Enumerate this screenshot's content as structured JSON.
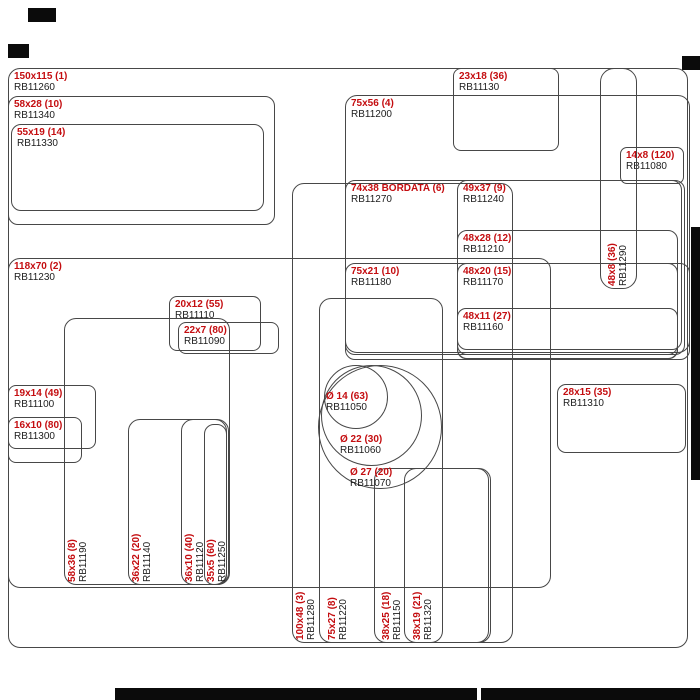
{
  "diagram": {
    "accent_color": "#c40d10",
    "line_color": "#474747",
    "labels": [
      {
        "dim": "150x115 (1)",
        "code": "RB11260"
      },
      {
        "dim": "58x28 (10)",
        "code": "RB11340"
      },
      {
        "dim": "55x19 (14)",
        "code": "RB11330"
      },
      {
        "dim": "118x70 (2)",
        "code": "RB11230"
      },
      {
        "dim": "20x12 (55)",
        "code": "RB11110"
      },
      {
        "dim": "22x7 (80)",
        "code": "RB11090"
      },
      {
        "dim": "19x14 (49)",
        "code": "RB11100"
      },
      {
        "dim": "16x10 (80)",
        "code": "RB11300"
      },
      {
        "dim": "23x18 (36)",
        "code": "RB11130"
      },
      {
        "dim": "75x56 (4)",
        "code": "RB11200"
      },
      {
        "dim": "14x8 (120)",
        "code": "RB11080"
      },
      {
        "dim": "74x38 BORDATA (6)",
        "code": "RB11270"
      },
      {
        "dim": "49x37 (9)",
        "code": "RB11240"
      },
      {
        "dim": "48x28 (12)",
        "code": "RB11210"
      },
      {
        "dim": "48x8 (36)",
        "code": "RB11290"
      },
      {
        "dim": "75x21 (10)",
        "code": "RB11180"
      },
      {
        "dim": "48x20 (15)",
        "code": "RB11170"
      },
      {
        "dim": "48x11 (27)",
        "code": "RB11160"
      },
      {
        "dim": "Ø 14 (63)",
        "code": "RB11050"
      },
      {
        "dim": "Ø 22 (30)",
        "code": "RB11060"
      },
      {
        "dim": "Ø 27 (20)",
        "code": "RB11070"
      },
      {
        "dim": "28x15 (35)",
        "code": "RB11310"
      },
      {
        "dim": "58x36 (8)",
        "code": "RB11190"
      },
      {
        "dim": "36x22 (20)",
        "code": "RB11140"
      },
      {
        "dim": "36x10 (40)",
        "code": "RB11120"
      },
      {
        "dim": "35x5 (60)",
        "code": "RB11250"
      },
      {
        "dim": "100x48 (3)",
        "code": "RB11280"
      },
      {
        "dim": "75x27 (8)",
        "code": "RB11220"
      },
      {
        "dim": "38x25 (18)",
        "code": "RB11150"
      },
      {
        "dim": "38x19 (21)",
        "code": "RB11320"
      }
    ]
  }
}
